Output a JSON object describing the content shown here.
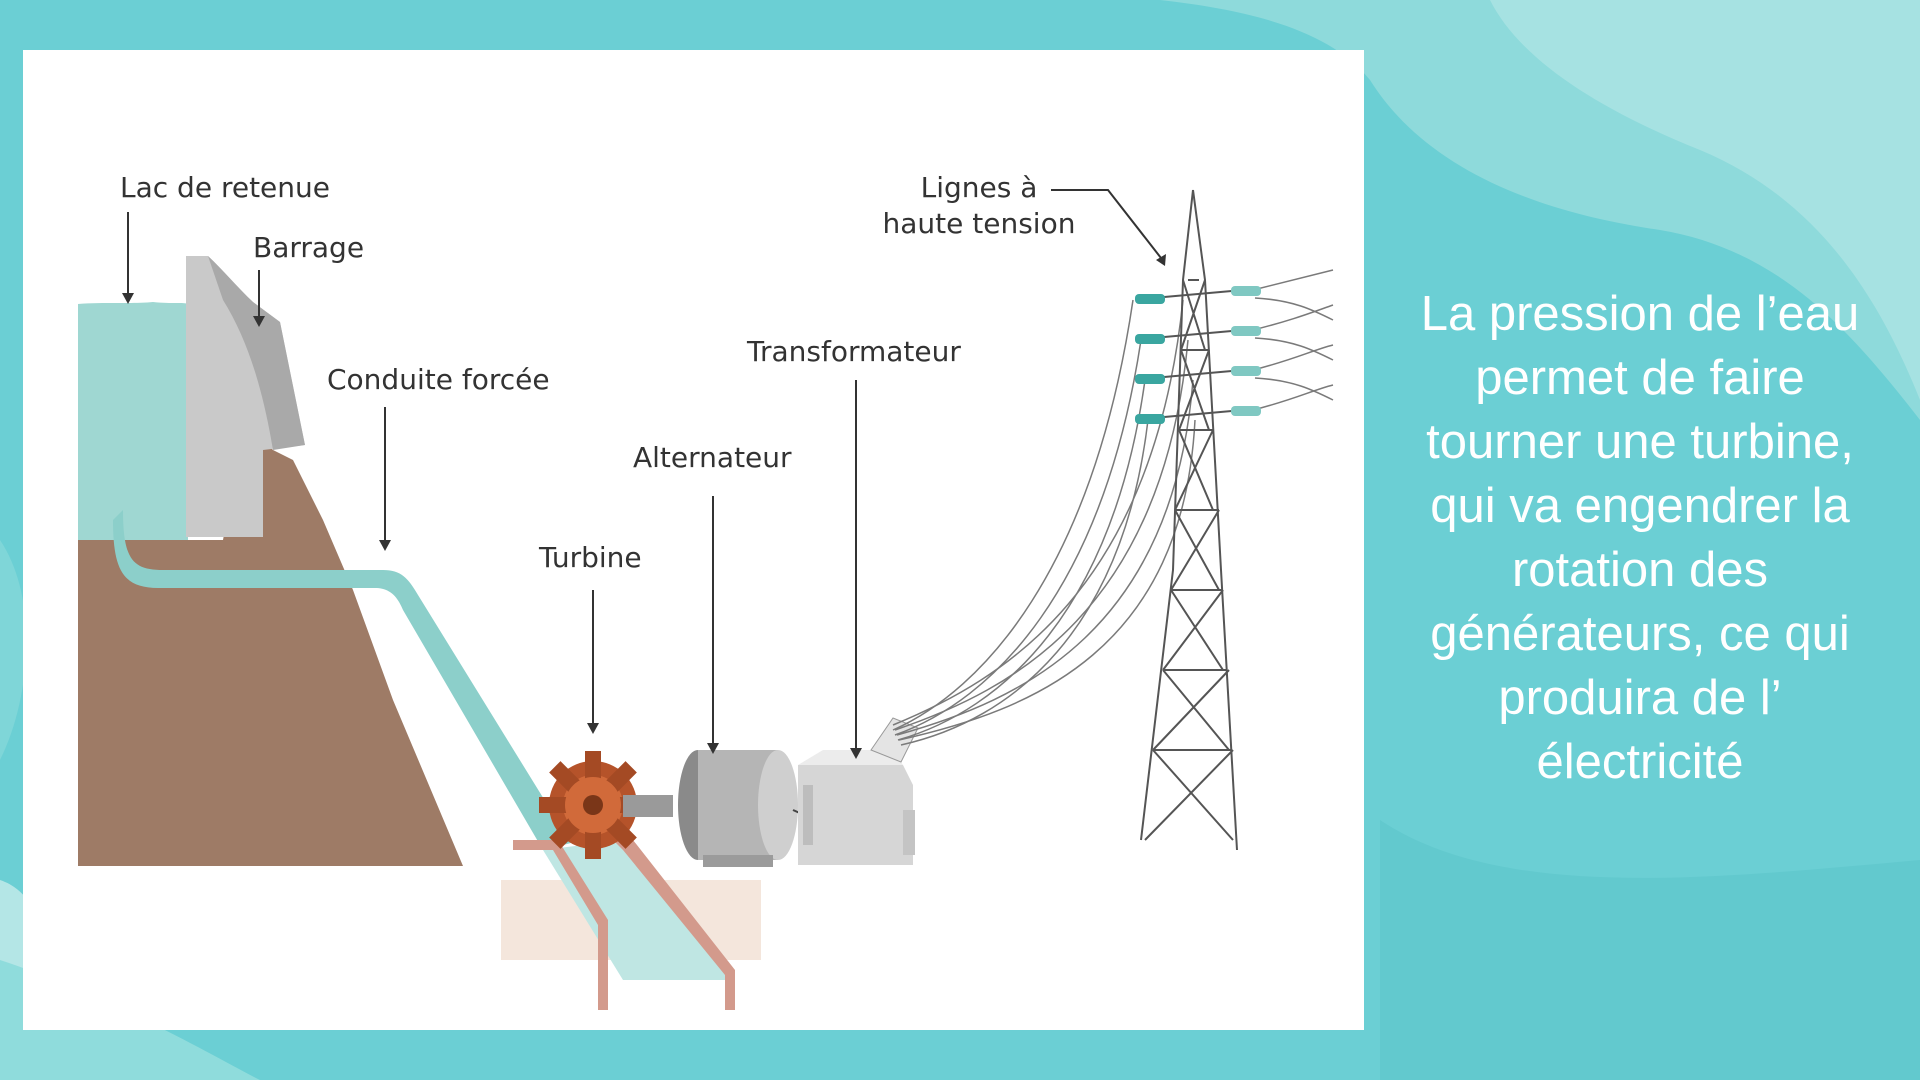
{
  "diagram": {
    "labels": {
      "lac": "Lac de retenue",
      "barrage": "Barrage",
      "conduite": "Conduite forcée",
      "transformateur": "Transformateur",
      "alternateur": "Alternateur",
      "turbine": "Turbine",
      "lignes_line1": "Lignes à",
      "lignes_line2": "haute tension"
    }
  },
  "caption": {
    "text": "La pression de l’eau permet de faire tourner une turbine, qui va engendrer la rotation des générateurs, ce qui produira de l’ électricité"
  },
  "colors": {
    "background": "#6bcfd4",
    "panel": "#ffffff",
    "water": "#9fd7d2",
    "earth": "#9e7b66",
    "dam": "#c9c9c9",
    "turbine": "#b5532a",
    "caption_text": "#ffffff"
  }
}
